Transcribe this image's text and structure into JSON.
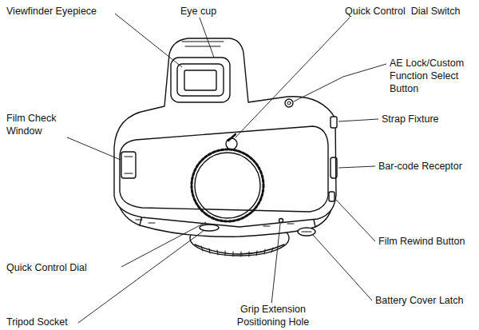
{
  "diagram": {
    "labels": [
      "Viewfinder Eyepiece",
      "Eye cup",
      "Quick Control  Dial Switch",
      "AE Lock/Custom Function Select Button",
      "Strap Fixture",
      "Film Check Window",
      "Bar-code Receptor",
      "Film Rewind Button",
      "Quick Control Dial",
      "Tripod Socket",
      "Grip Extension Positioning Hole",
      "Battery Cover Latch"
    ]
  }
}
